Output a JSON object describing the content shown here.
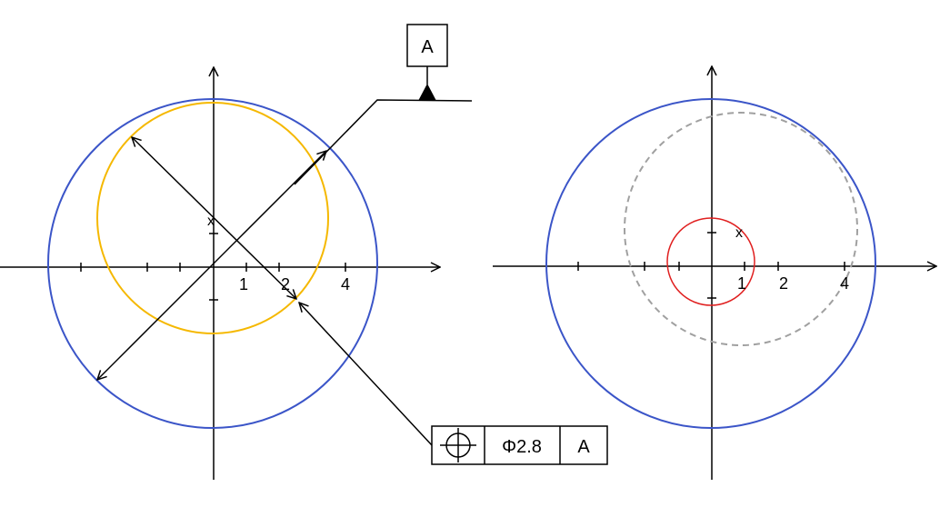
{
  "colors": {
    "datum_circle": "#3b55c8",
    "tolerance_left": "#f5b800",
    "feature_circle": "#3b55c8",
    "tolerance_zone": "#e02020",
    "shifted_circle": "#a0a0a0",
    "line": "#000000"
  },
  "left_figure": {
    "tick_labels": [
      "1",
      "2",
      "4"
    ],
    "marker": "x"
  },
  "right_figure": {
    "tick_labels": [
      "1",
      "2",
      "4"
    ],
    "marker": "x"
  },
  "datum": {
    "label": "A"
  },
  "feature_control_frame": {
    "symbol": "position-icon",
    "tolerance": "Φ2.8",
    "datum": "A"
  }
}
